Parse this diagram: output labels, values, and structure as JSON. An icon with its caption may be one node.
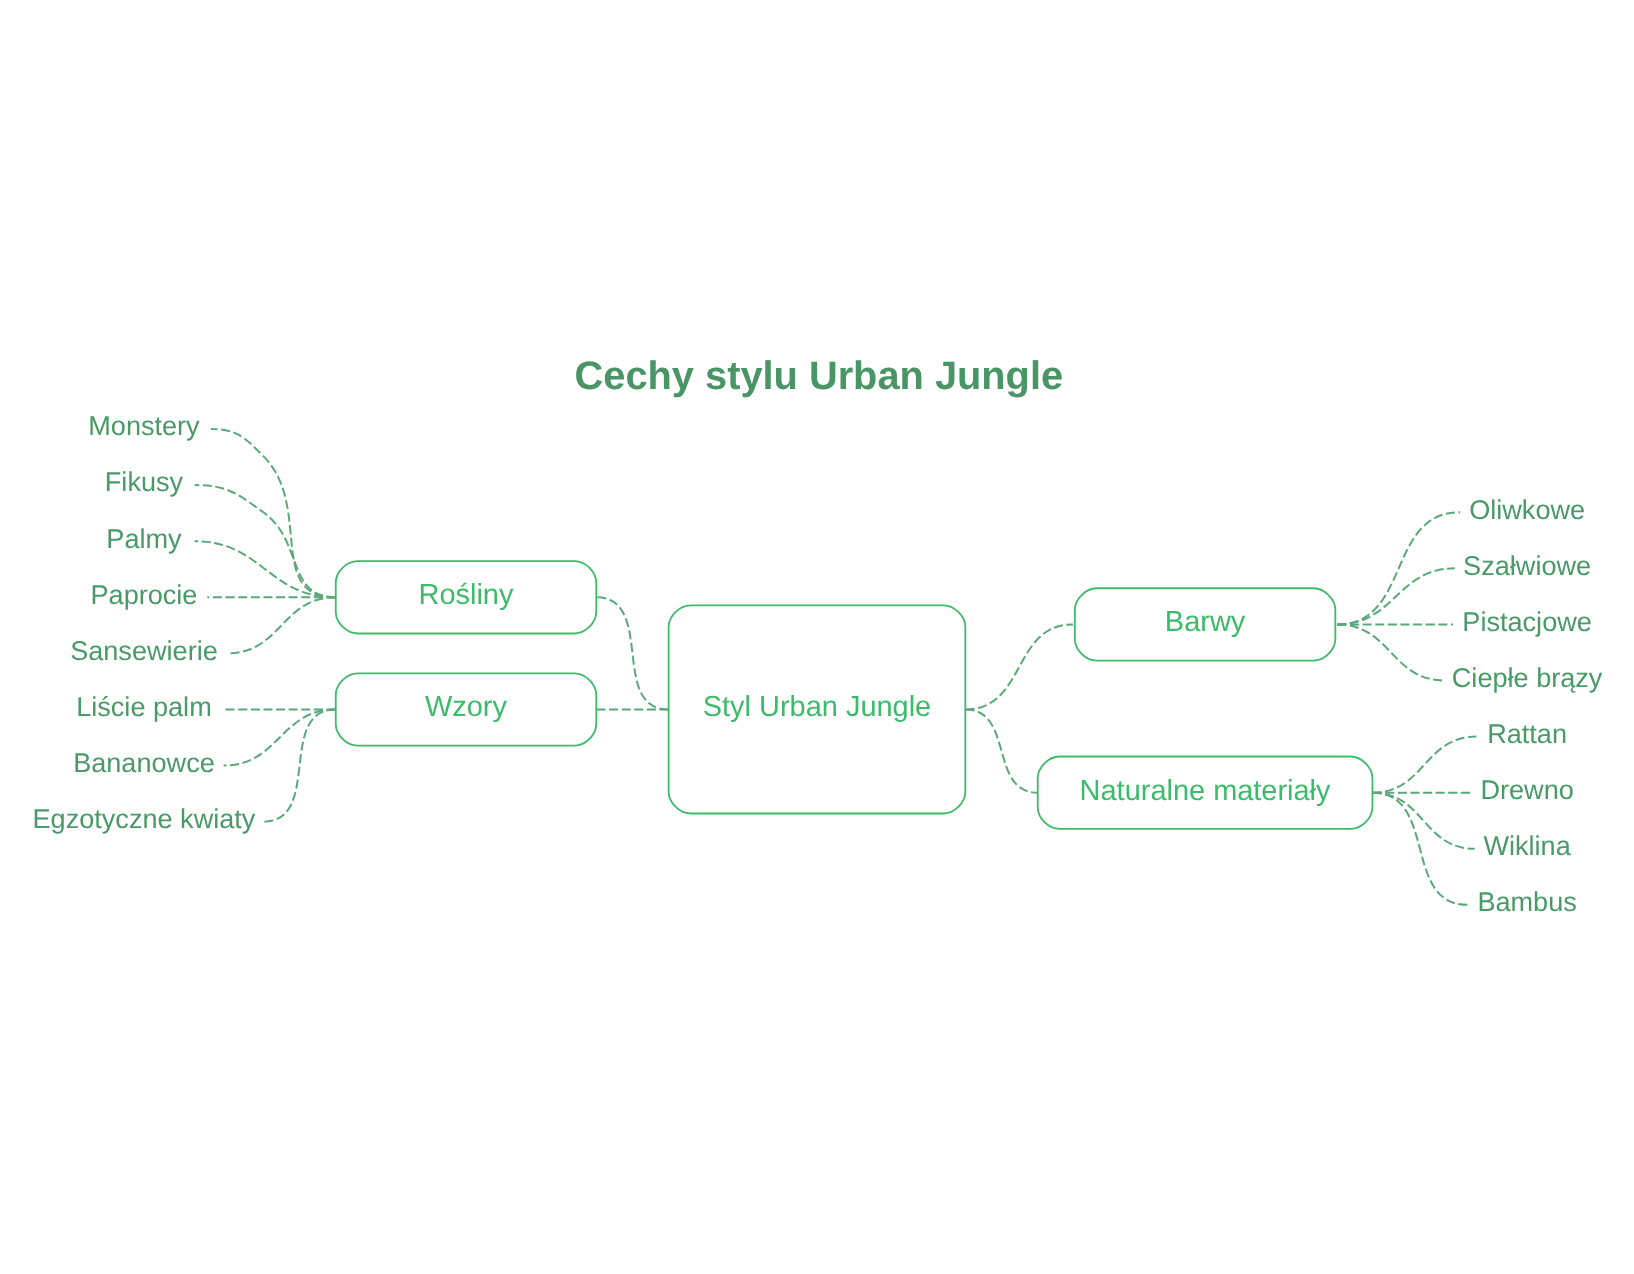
{
  "diagram": {
    "title": "Cechy stylu Urban Jungle",
    "nodes": [
      {
        "text": [
          "Styl Urban Jungle"
        ]
      },
      {
        "text": [
          "Rośliny"
        ]
      },
      {
        "text": [
          "Monstery"
        ]
      },
      {
        "text": [
          "Fikusy"
        ]
      },
      {
        "text": [
          "Palmy"
        ]
      },
      {
        "text": [
          "Paprocie"
        ]
      },
      {
        "text": [
          "Sansewierie"
        ]
      },
      {
        "text": [
          "Barwy"
        ]
      },
      {
        "text": [
          "Oliwkowe"
        ]
      },
      {
        "text": [
          "Szałwiowe"
        ]
      },
      {
        "text": [
          "Pistacjowe"
        ]
      },
      {
        "text": [
          "Ciepłe brązy"
        ]
      },
      {
        "text": [
          "Wzory"
        ]
      },
      {
        "text": [
          "Liście palm"
        ]
      },
      {
        "text": [
          "Bananowce"
        ]
      },
      {
        "text": [
          "Egzotyczne kwiaty"
        ]
      },
      {
        "text": [
          "Naturalne materiały"
        ]
      },
      {
        "text": [
          "Rattan"
        ]
      },
      {
        "text": [
          "Drewno"
        ]
      },
      {
        "text": [
          "Wiklina"
        ]
      },
      {
        "text": [
          "Bambus"
        ]
      }
    ],
    "edges": [
      {
        "from": 0,
        "to": 1,
        "arrow": "none",
        "style": "dashed"
      },
      {
        "from": 1,
        "to": 2,
        "arrow": "none",
        "style": "dashed"
      },
      {
        "from": 1,
        "to": 3,
        "arrow": "none",
        "style": "dashed"
      },
      {
        "from": 1,
        "to": 4,
        "arrow": "none",
        "style": "dashed"
      },
      {
        "from": 1,
        "to": 5,
        "arrow": "none",
        "style": "dashed"
      },
      {
        "from": 1,
        "to": 6,
        "arrow": "none",
        "style": "dashed"
      },
      {
        "from": 0,
        "to": 7,
        "arrow": "none",
        "style": "dashed"
      },
      {
        "from": 7,
        "to": 8,
        "arrow": "none",
        "style": "dashed"
      },
      {
        "from": 7,
        "to": 9,
        "arrow": "none",
        "style": "dashed"
      },
      {
        "from": 7,
        "to": 10,
        "arrow": "none",
        "style": "dashed"
      },
      {
        "from": 7,
        "to": 11,
        "arrow": "none",
        "style": "dashed"
      },
      {
        "from": 0,
        "to": 12,
        "arrow": "none",
        "style": "dashed"
      },
      {
        "from": 12,
        "to": 13,
        "arrow": "none",
        "style": "dashed"
      },
      {
        "from": 12,
        "to": 14,
        "arrow": "none",
        "style": "dashed"
      },
      {
        "from": 12,
        "to": 15,
        "arrow": "none",
        "style": "dashed"
      },
      {
        "from": 0,
        "to": 16,
        "arrow": "none",
        "style": "dashed"
      },
      {
        "from": 16,
        "to": 17,
        "arrow": "none",
        "style": "dashed"
      },
      {
        "from": 16,
        "to": 18,
        "arrow": "none",
        "style": "dashed"
      },
      {
        "from": 16,
        "to": 19,
        "arrow": "none",
        "style": "dashed"
      },
      {
        "from": 16,
        "to": 20,
        "arrow": "none",
        "style": "dashed"
      }
    ]
  }
}
